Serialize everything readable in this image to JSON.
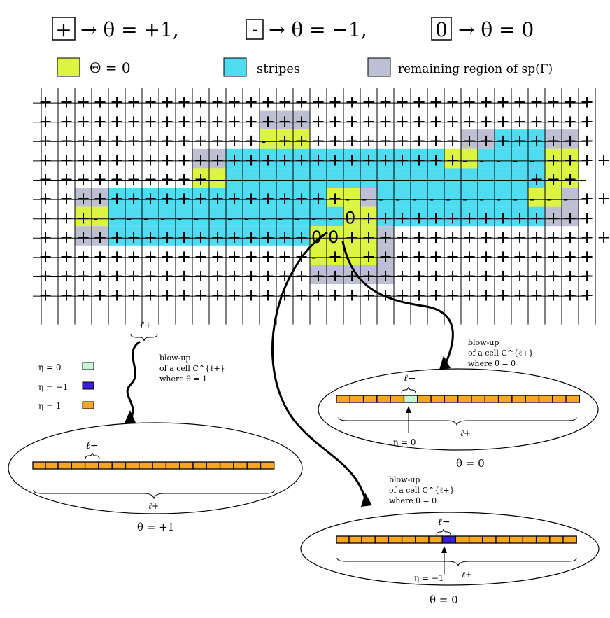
{
  "legend_top": {
    "plus": {
      "box": "+",
      "text": "→ θ = +1,"
    },
    "minus": {
      "box": "-",
      "text": "→ θ = −1,"
    },
    "zero": {
      "box": "0",
      "text": "→ θ = 0"
    }
  },
  "legend_regions": [
    {
      "label": "Θ = 0",
      "color": "#dcf542"
    },
    {
      "label": "stripes",
      "color": "#4fdcf0"
    },
    {
      "label": "remaining region of sp(Γ)",
      "color": "#bfbfd4"
    }
  ],
  "grid": {
    "colors": {
      "Y": "#dcf542",
      "C": "#4fdcf0",
      "G": "#bfbfd4",
      "W": "#ffffff"
    },
    "rows": [
      {
        "colors": "WWWWWWWWWWWWWWWWWWWWWWWWWWWWWWWWW",
        "marks": "+++++++++++++++++++++++++++++++++"
      },
      {
        "colors": "WWWWWWWWWWWWWGGGWWWWWWWWWWWWWWWWW",
        "marks": "+++++++++++++++++++++++++++++++++"
      },
      {
        "colors": "WWWWWWWWWWWWWYYYWWWWWWWWWGGCCCGGWW",
        "marks": "+++++++++++++-+++++++++++++++++++"
      },
      {
        "colors": "WWWWWWWWWGGCCCCCCCCCCCCCYYCCCCYYWW",
        "marks": "+++++++++++++++++++++++++-----++++"
      },
      {
        "colors": "WWWWWWWWWYYCCCCCCCCCCCCCCCCCCCYYWW",
        "marks": "++++++++++-------------------+++"
      },
      {
        "colors": "WWGGCCCCCCCCCCCCCYYGCCCCCCCCCYYGWW",
        "marks": "++++++++++++++++++--------------+++"
      },
      {
        "colors": "WWYYCCCCCCCCCCCCCCYYCCCCCCCCCCGGWW",
        "marks": "+++---------------0++++++++++++++"
      },
      {
        "colors": "WWGGCCCCCCCCCCCCYYYYGWWWWWWWWWWWWW",
        "marks": "++++++++++++++++00++++++++++++++++"
      },
      {
        "colors": "WWWWWWWWWWWWWWWWYYYYGWWWWWWWWWWWWW",
        "marks": "++++++++++++++++-+-++++++++++++++"
      },
      {
        "colors": "WWWWWWWWWWWWWWWWGGGGGWWWWWWWWWWWWW",
        "marks": "+++++++++++++++++++++++++++++++++"
      },
      {
        "colors": "WWWWWWWWWWWWWWWWWWWWWWWWWWWWWWWWWW",
        "marks": "+++++++++++++++++++++++++++++++++"
      }
    ]
  },
  "brace_label_plus": "ℓ+",
  "eta_legend": [
    {
      "label": "η = 0",
      "color": "#c8f5d6"
    },
    {
      "label": "η = −1",
      "color": "#3a1fdc"
    },
    {
      "label": "η = 1",
      "color": "#f5a623"
    }
  ],
  "blowups": [
    {
      "caption": [
        "blow-up",
        "of a cell C^{ℓ+}",
        "where θ = 1"
      ],
      "bottom_label": "θ = +1",
      "top_label": "ℓ−",
      "inner_label": "ℓ+"
    },
    {
      "caption": [
        "blow-up",
        "of a cell C^{ℓ+}",
        "where θ = 0"
      ],
      "bottom_label": "θ = 0",
      "top_label": "ℓ−",
      "inner_label": "ℓ+",
      "eta_note": "η = 0"
    },
    {
      "caption": [
        "blow-up",
        "of a cell C^{ℓ+}",
        "where θ = 0"
      ],
      "bottom_label": "θ = 0",
      "top_label": "ℓ−",
      "inner_label": "ℓ+",
      "eta_note": "η = −1"
    }
  ]
}
